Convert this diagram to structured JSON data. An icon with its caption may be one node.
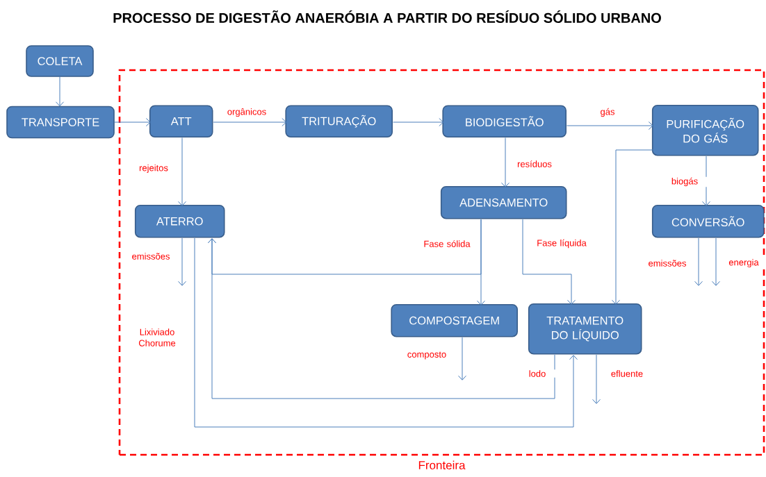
{
  "diagram": {
    "title": "PROCESSO DE DIGESTÃO ANAERÓBIA A PARTIR DO RESÍDUO SÓLIDO URBANO",
    "nodes": [
      {
        "text": [
          "Fronteira"
        ]
      },
      {
        "text": [
          "COLETA"
        ]
      },
      {
        "text": [
          "TRANSPORTE"
        ]
      },
      {
        "text": [
          "ATT"
        ],
        "in": 0
      },
      {
        "text": [
          "TRITURAÇÃO"
        ],
        "in": 0
      },
      {
        "text": [
          "BIODIGESTÃO"
        ],
        "in": 0
      },
      {
        "text": [
          "PURIFICAÇÃO DO GÁS"
        ],
        "in": 0
      },
      {
        "text": [
          "ATERRO"
        ],
        "in": 0
      },
      {
        "text": [
          "ADENSAMENTO"
        ],
        "in": 0
      },
      {
        "text": [
          "CONVERSÃO"
        ],
        "in": 0
      },
      {
        "text": [
          "COMPOSTAGEM"
        ],
        "in": 0
      },
      {
        "text": [
          "TRATAMENTO DO LÍQUIDO"
        ],
        "in": 0
      }
    ],
    "edges": [
      {
        "from": 1,
        "to": 2,
        "arrow": "to"
      },
      {
        "from": 2,
        "to": 3,
        "arrow": "to"
      },
      {
        "from": 3,
        "to": 4,
        "arrow": "to",
        "label": "orgânicos"
      },
      {
        "from": 3,
        "to": 7,
        "arrow": "to",
        "label": "rejeitos"
      },
      {
        "from": 4,
        "to": 5,
        "arrow": "to"
      },
      {
        "from": 5,
        "to": 6,
        "arrow": "to",
        "label": "gás"
      },
      {
        "from": 5,
        "to": 8,
        "arrow": "to",
        "label": "resíduos"
      },
      {
        "from": 6,
        "to": 9,
        "arrow": "to",
        "label": "biogás"
      },
      {
        "from": 6,
        "to": 11,
        "arrow": "to"
      },
      {
        "from": 8,
        "to": 10,
        "arrow": "to",
        "label": "Fase sólida"
      },
      {
        "from": 8,
        "to": 7,
        "arrow": "to"
      },
      {
        "from": 8,
        "to": 11,
        "arrow": "to",
        "label": "Fase líquida"
      },
      {
        "from": 7,
        "to": null,
        "arrow": "to",
        "label": "emissões"
      },
      {
        "from": 7,
        "to": 11,
        "arrow": "to",
        "label": "Lixiviado Chorume"
      },
      {
        "from": 11,
        "to": 7,
        "arrow": "to",
        "label": "lodo"
      },
      {
        "from": 10,
        "to": null,
        "arrow": "to",
        "label": "composto"
      },
      {
        "from": 11,
        "to": null,
        "arrow": "to",
        "label": "efluente"
      },
      {
        "from": 9,
        "to": null,
        "arrow": "to",
        "label": "emissões"
      },
      {
        "from": 9,
        "to": null,
        "arrow": "to",
        "label": "energia"
      }
    ]
  }
}
